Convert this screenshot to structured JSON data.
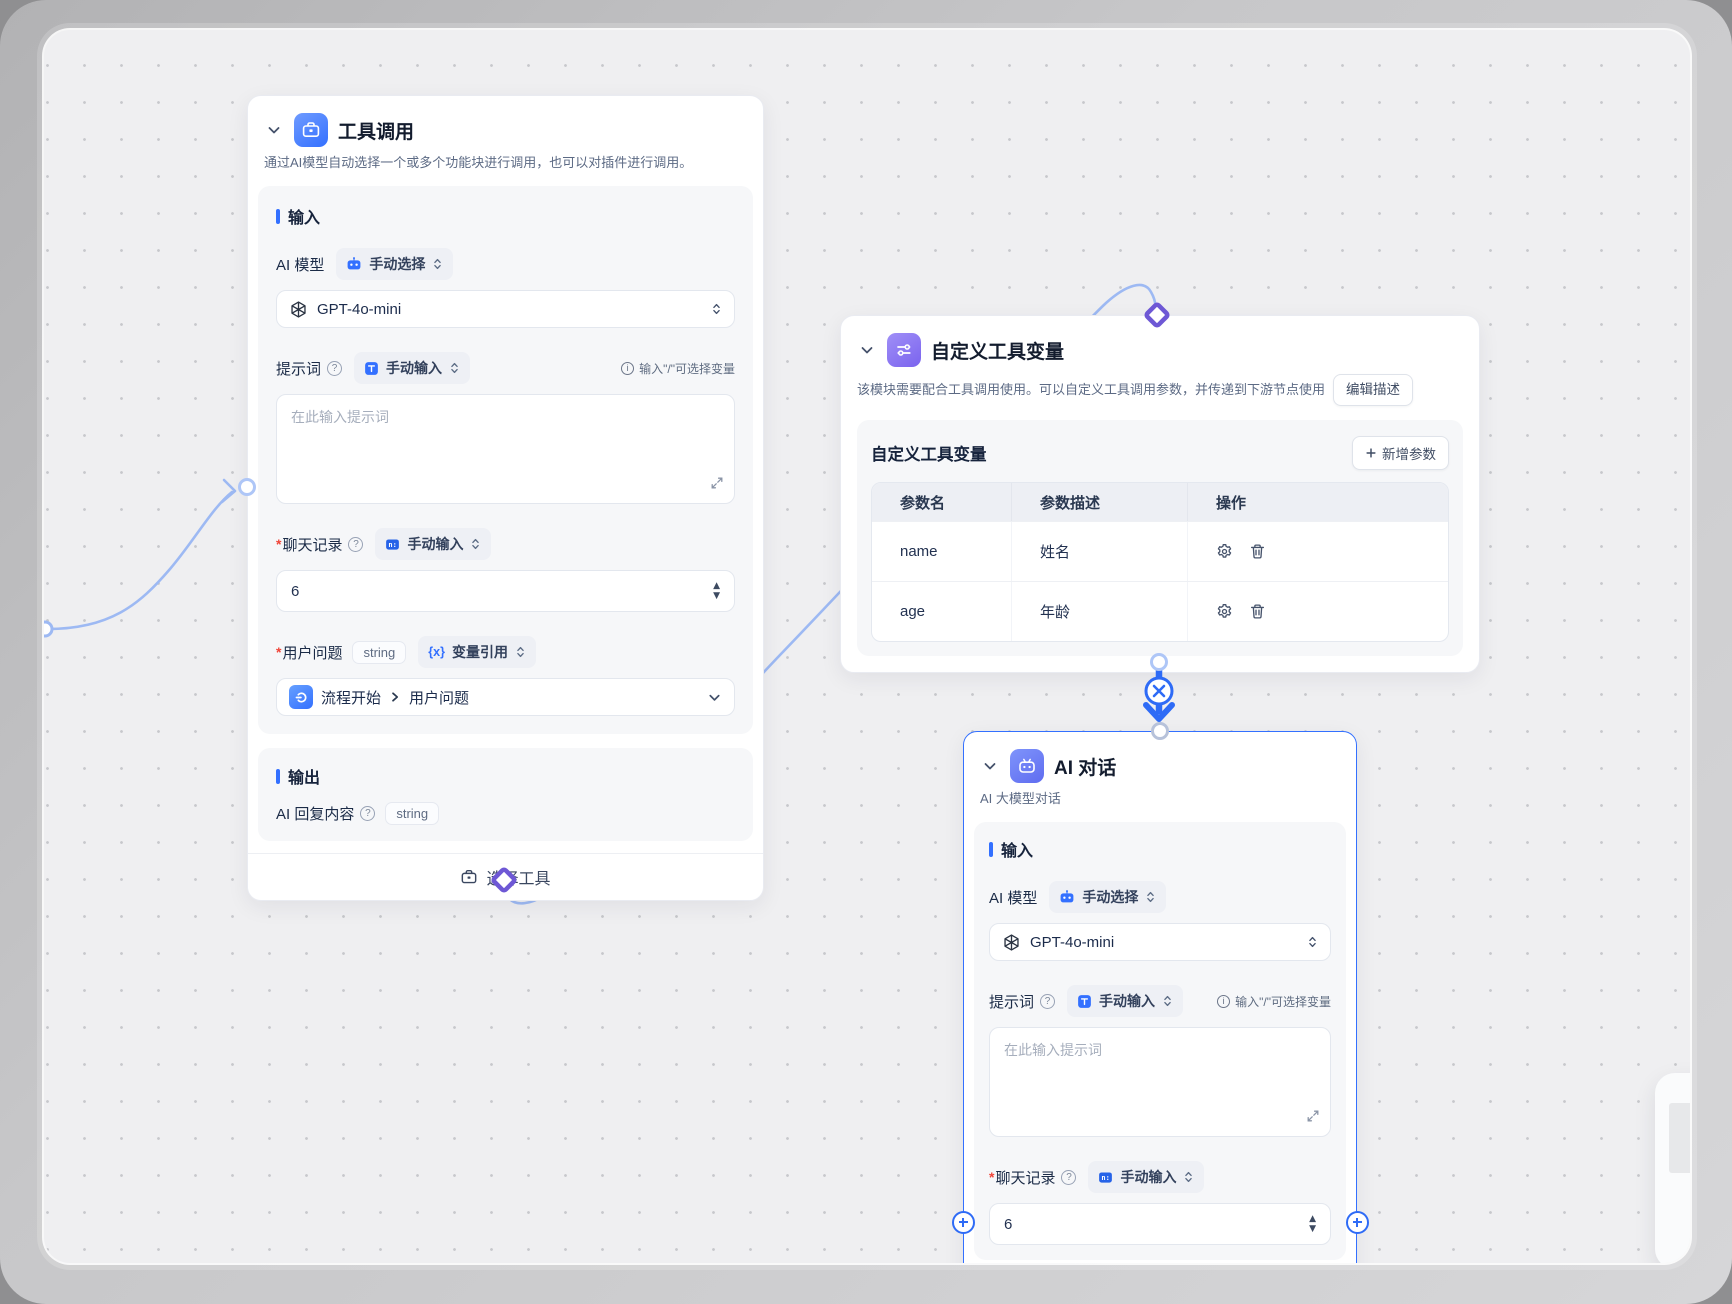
{
  "canvas": {
    "background": "#efeff1",
    "edge_color": "#9db9f3",
    "accent_color": "#3370ff",
    "connector_purple": "#6e58d5"
  },
  "icons": {
    "tool-call-node-icon": "briefcase",
    "custom-vars-node-icon": "sliders-transfer",
    "ai-chat-node-icon": "robot-face",
    "model-mode-icon": "robot-head",
    "text-mode-icon": "blue-square-T",
    "number-mode-icon": "blue-square-n",
    "model-provider-icon": "openai-logo",
    "flow-start-icon": "power-button",
    "settings-icon": "gear",
    "delete-icon": "trash",
    "expand-icon": "expand-corners",
    "help-icon": "question-circle",
    "info-icon": "info-circle",
    "collapse-icon": "chevron-down",
    "variable-ref-icon": "curly-braces-x",
    "add-icon": "plus",
    "select-tool-icon": "briefcase-outline"
  },
  "ui": {
    "required_marker": "*",
    "help_glyph": "?",
    "info_glyph": "i",
    "stepper_up": "▲",
    "stepper_down": "▼"
  },
  "node_tool_call": {
    "title": "工具调用",
    "description": "通过AI模型自动选择一个或多个功能块进行调用，也可以对插件进行调用。",
    "input": {
      "section_title": "输入",
      "model_label": "AI 模型",
      "model_mode": "手动选择",
      "model_value": "GPT-4o-mini",
      "prompt_label": "提示词",
      "prompt_mode": "手动输入",
      "prompt_hint": "输入\"/\"可选择变量",
      "prompt_placeholder": "在此输入提示词",
      "history_label": "聊天记录",
      "history_mode": "手动输入",
      "history_value": "6",
      "question_label": "用户问题",
      "question_type": "string",
      "question_mode": "变量引用",
      "question_ref_node": "流程开始",
      "question_ref_field": "用户问题"
    },
    "output": {
      "section_title": "输出",
      "field_label": "AI 回复内容",
      "field_type": "string"
    },
    "footer_button": "选择工具"
  },
  "node_custom_vars": {
    "title": "自定义工具变量",
    "description": "该模块需要配合工具调用使用。可以自定义工具调用参数，并传递到下游节点使用",
    "edit_button": "编辑描述",
    "panel_title": "自定义工具变量",
    "add_button": "新增参数",
    "table": {
      "headers": [
        "参数名",
        "参数描述",
        "操作"
      ],
      "rows": [
        {
          "name": "name",
          "desc": "姓名"
        },
        {
          "name": "age",
          "desc": "年龄"
        }
      ]
    }
  },
  "node_ai_chat": {
    "title": "AI 对话",
    "description": "AI 大模型对话",
    "input": {
      "section_title": "输入",
      "model_label": "AI 模型",
      "model_mode": "手动选择",
      "model_value": "GPT-4o-mini",
      "prompt_label": "提示词",
      "prompt_mode": "手动输入",
      "prompt_hint": "输入\"/\"可选择变量",
      "prompt_placeholder": "在此输入提示词",
      "history_label": "聊天记录",
      "history_mode": "手动输入",
      "history_value": "6"
    }
  }
}
